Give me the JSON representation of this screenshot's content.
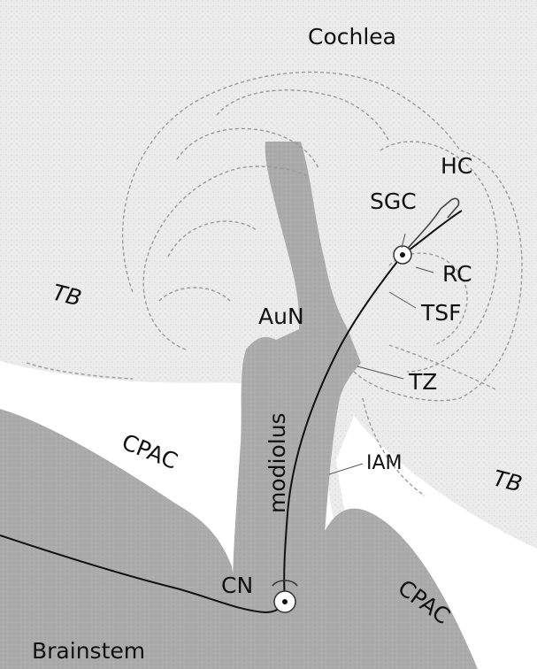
{
  "labels": {
    "cochlea": "Cochlea",
    "hc": "HC",
    "sgc": "SGC",
    "rc": "RC",
    "tsf": "TSF",
    "aun": "AuN",
    "tz": "TZ",
    "modiolus": "modiolus",
    "iam": "IAM",
    "cpac_left": "CPAC",
    "cpac_right": "CPAC",
    "tb_left": "TB",
    "tb_right": "TB",
    "cn": "CN",
    "brainstem": "Brainstem"
  },
  "colors": {
    "background": "#ffffff",
    "bone_texture": "#e6e6e6",
    "nerve_brainstem": "#a9a9a9",
    "outline": "#9a9a9a",
    "text": "#111111"
  }
}
